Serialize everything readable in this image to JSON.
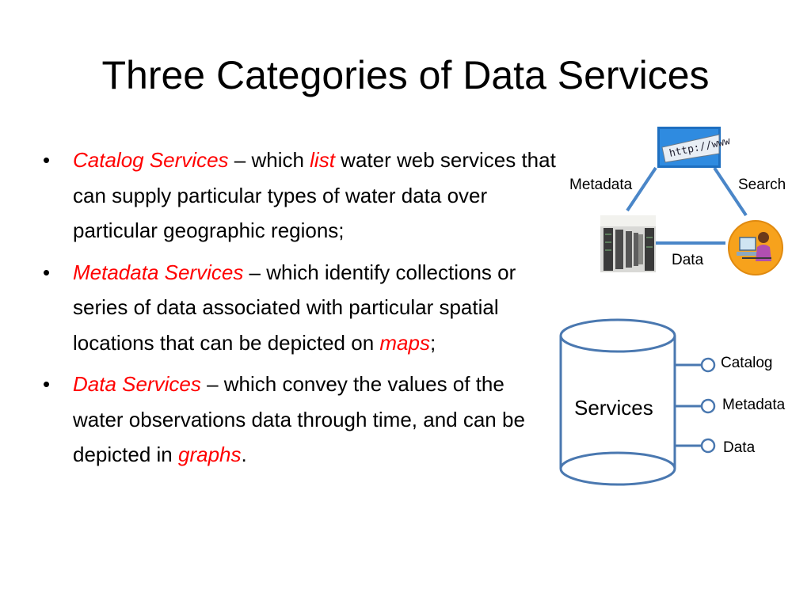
{
  "title": "Three Categories of Data Services",
  "bullets": [
    {
      "term": "Catalog Services",
      "t1": " – which ",
      "em": "list",
      "t2": " water web services that can supply particular types of water data over particular geographic regions;"
    },
    {
      "term": "Metadata Services",
      "t1": " – which identify collections or series of data associated with particular spatial locations that can be depicted on ",
      "em": "maps",
      "t2": ";"
    },
    {
      "term": "Data Services",
      "t1": " – which convey the values of the water observations data through time, and can be depicted in ",
      "em": "graphs",
      "t2": "."
    }
  ],
  "triangle": {
    "edge_left": "Metadata",
    "edge_right": "Search",
    "edge_bottom": "Data",
    "browser_text": "http://www"
  },
  "cylinder": {
    "label": "Services",
    "ports": [
      "Catalog",
      "Metadata",
      "Data"
    ]
  },
  "colors": {
    "accent": "#ff0000",
    "connector": "#4a86c8",
    "cylinder_stroke": "#4a78b0",
    "user_circle": "#f7a21c"
  },
  "icons": {
    "browser": "browser-url-icon",
    "server": "server-room-icon",
    "user": "user-at-computer-icon"
  }
}
